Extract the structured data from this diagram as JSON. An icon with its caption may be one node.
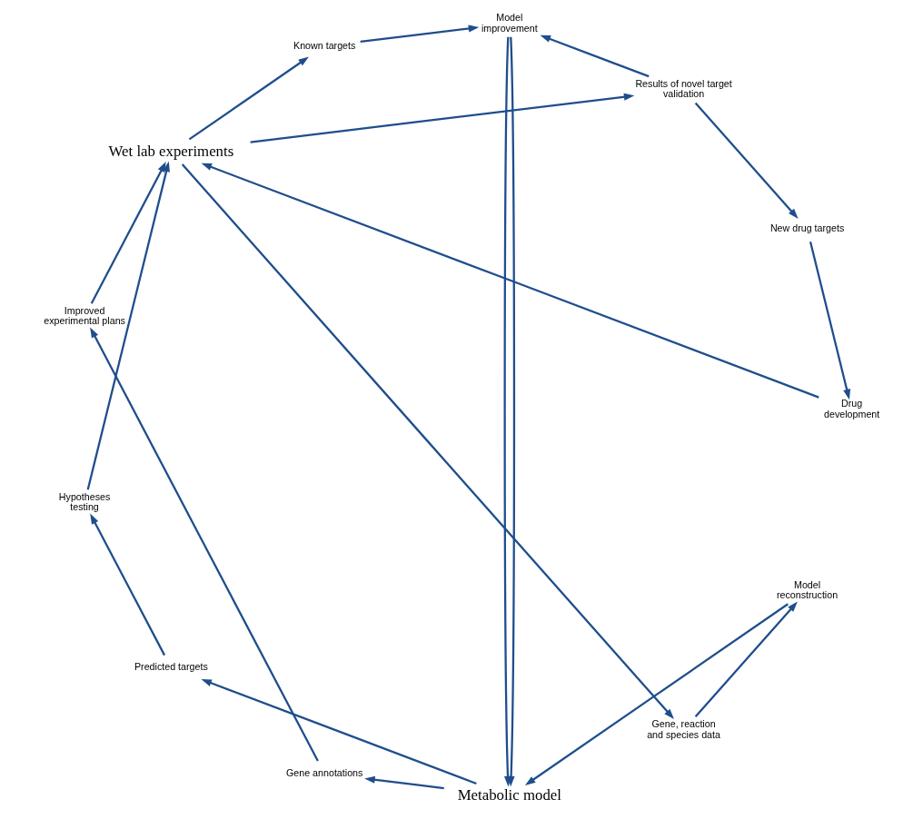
{
  "diagram": {
    "nodes": [
      {
        "text": [
          "Metabolic model"
        ]
      },
      {
        "text": [
          "Wet lab experiments"
        ]
      },
      {
        "text": [
          "Model reconstruction"
        ]
      },
      {
        "text": [
          "Gene, reaction and species data"
        ]
      },
      {
        "text": [
          "Model improvement"
        ]
      },
      {
        "text": [
          "Known targets"
        ]
      },
      {
        "text": [
          "Results of novel target validation"
        ]
      },
      {
        "text": [
          "New drug targets"
        ]
      },
      {
        "text": [
          "Drug development"
        ]
      },
      {
        "text": [
          "Predicted targets"
        ]
      },
      {
        "text": [
          "Hypotheses testing"
        ]
      },
      {
        "text": [
          "Gene annotations"
        ]
      },
      {
        "text": [
          "Improved experimental plans"
        ]
      }
    ],
    "edges": [
      {
        "from": 1,
        "to": 3,
        "arrow": "to"
      },
      {
        "from": 3,
        "to": 2,
        "arrow": "to"
      },
      {
        "from": 2,
        "to": 0,
        "arrow": "to"
      },
      {
        "from": 1,
        "to": 5,
        "arrow": "to"
      },
      {
        "from": 5,
        "to": 4,
        "arrow": "to"
      },
      {
        "from": 4,
        "to": 0,
        "arrow": "to"
      },
      {
        "from": 6,
        "to": 4,
        "arrow": "to"
      },
      {
        "from": 4,
        "to": 0,
        "arrow": "to"
      },
      {
        "from": 0,
        "to": 11,
        "arrow": "to"
      },
      {
        "from": 11,
        "to": 12,
        "arrow": "to"
      },
      {
        "from": 12,
        "to": 1,
        "arrow": "to"
      },
      {
        "from": 0,
        "to": 9,
        "arrow": "to"
      },
      {
        "from": 9,
        "to": 10,
        "arrow": "to"
      },
      {
        "from": 10,
        "to": 1,
        "arrow": "to"
      },
      {
        "from": 1,
        "to": 6,
        "arrow": "to"
      },
      {
        "from": 6,
        "to": 7,
        "arrow": "to"
      },
      {
        "from": 7,
        "to": 8,
        "arrow": "to"
      },
      {
        "from": 8,
        "to": 1,
        "arrow": "to"
      }
    ]
  }
}
